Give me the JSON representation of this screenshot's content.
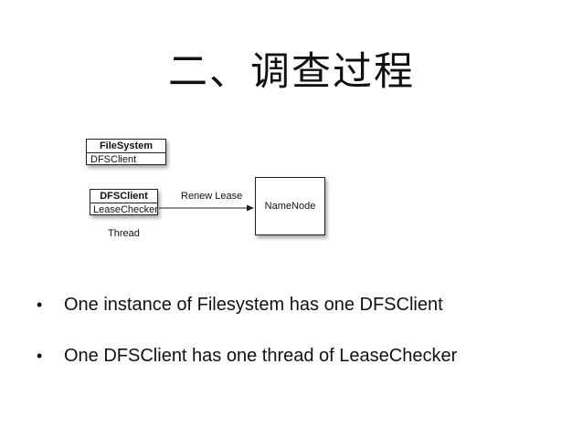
{
  "title": "二、调查过程",
  "diagram": {
    "filesystem_box": {
      "header": "FileSystem",
      "body": "DFSClient"
    },
    "dfsclient_box": {
      "header": "DFSClient",
      "body": "LeaseChecker"
    },
    "thread_label": "Thread",
    "arrow_label": "Renew Lease",
    "namenode_label": "NameNode"
  },
  "bullets": [
    "One instance of Filesystem has one DFSClient",
    "One DFSClient has one thread of LeaseChecker"
  ],
  "bullet_glyph": "•"
}
